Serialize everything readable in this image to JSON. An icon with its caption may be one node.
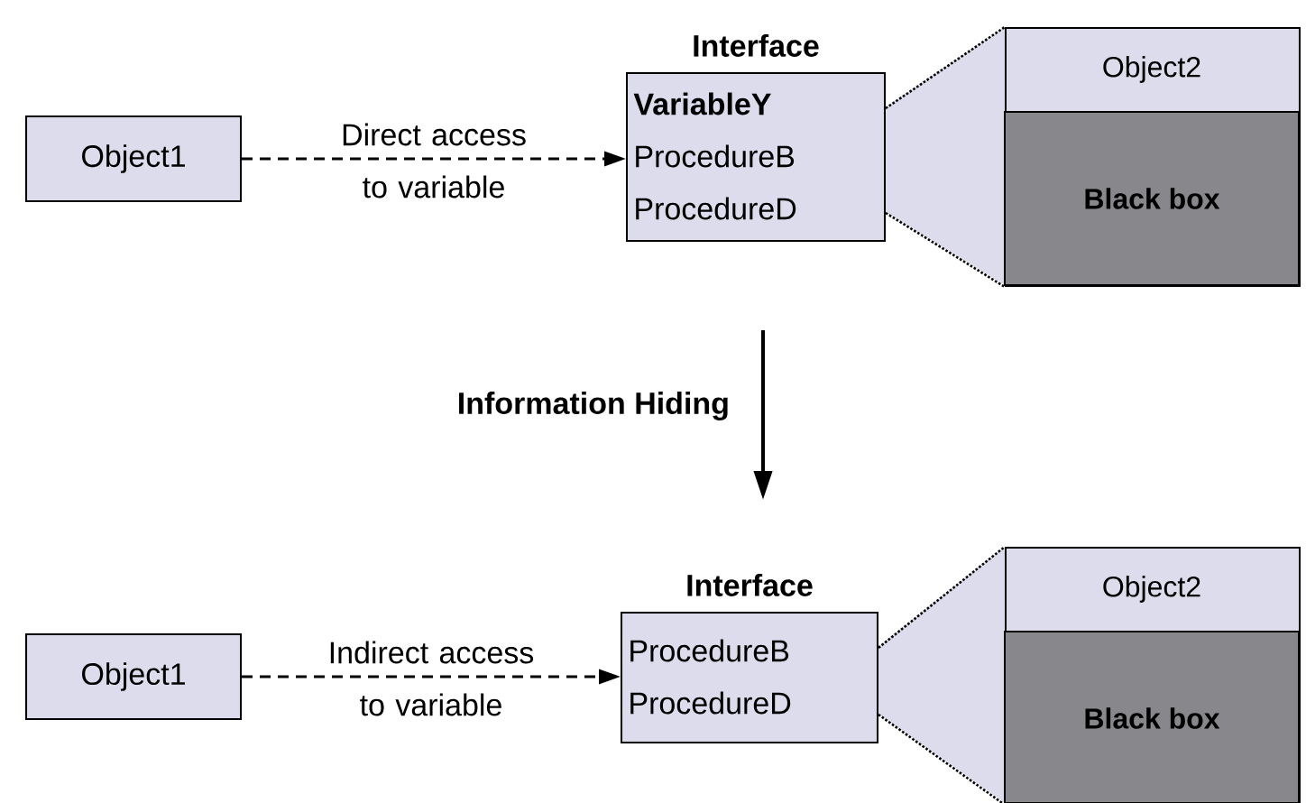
{
  "diagram": {
    "nodes": [
      {
        "text": [
          "Object1"
        ]
      },
      {
        "text": [
          "Interface",
          "**VariableY**",
          "ProcedureB",
          "ProcedureD"
        ]
      },
      {
        "text": [
          "Object2",
          "Black box"
        ]
      },
      {
        "text": [
          "Object1"
        ]
      },
      {
        "text": [
          "Interface",
          "ProcedureB",
          "ProcedureD"
        ]
      },
      {
        "text": [
          "Object2",
          "Black box"
        ]
      }
    ],
    "edges": [
      {
        "from": 0,
        "to": 1,
        "arrow": "to",
        "style": "dashed",
        "label": "Direct access to variable"
      },
      {
        "from": 3,
        "to": 4,
        "arrow": "to",
        "style": "dashed",
        "label": "Indirect access to variable"
      },
      {
        "from": 1,
        "to": 2,
        "arrow": "none",
        "style": "dashed"
      },
      {
        "from": 1,
        "to": 2,
        "arrow": "none",
        "style": "dashed"
      },
      {
        "from": 4,
        "to": 5,
        "arrow": "none",
        "style": "dashed"
      },
      {
        "from": 4,
        "to": 5,
        "arrow": "none",
        "style": "dashed"
      }
    ],
    "labels": [
      "Information Hiding"
    ]
  }
}
